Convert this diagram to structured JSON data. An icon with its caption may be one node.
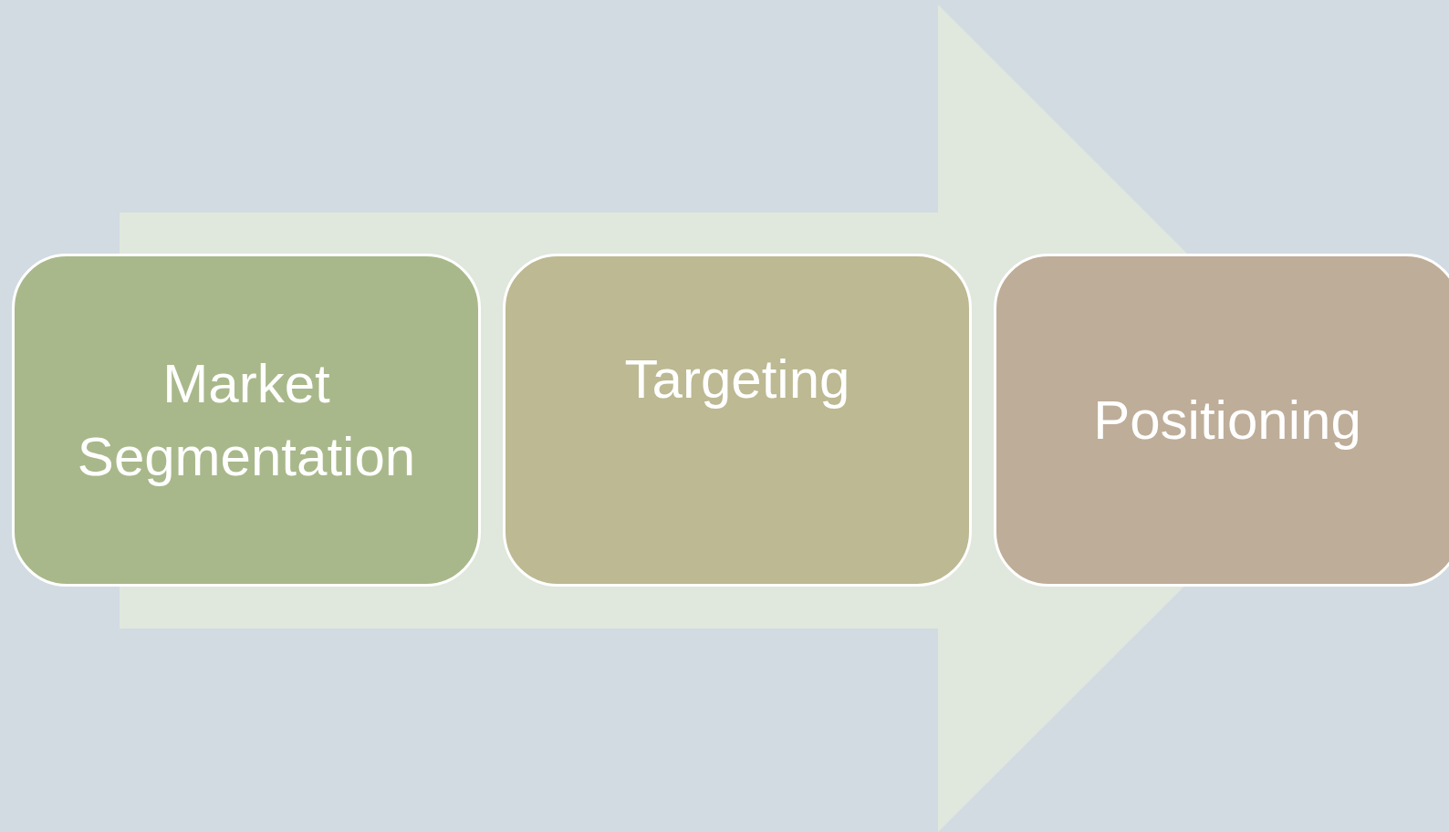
{
  "diagram": {
    "nodes": [
      {
        "text": [
          "Market Segmentation"
        ]
      },
      {
        "text": [
          "Targeting"
        ]
      },
      {
        "text": [
          "Positioning"
        ]
      }
    ],
    "edges": [
      {
        "from": 0,
        "to": 2,
        "arrow": "to"
      }
    ]
  }
}
